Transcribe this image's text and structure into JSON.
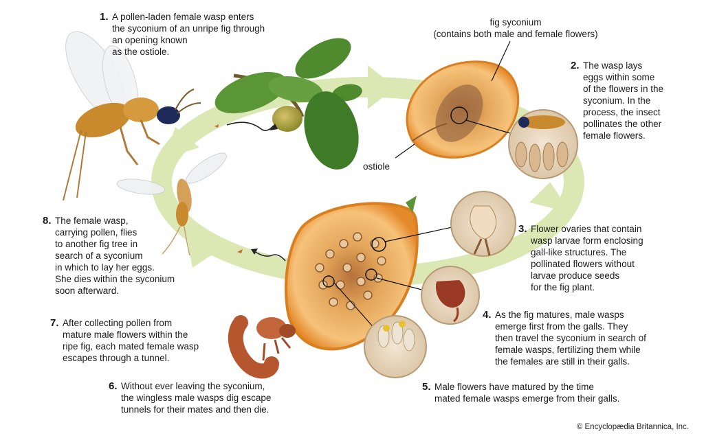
{
  "steps": [
    {
      "number": "1.",
      "text": "A pollen-laden female wasp enters\nthe syconium of an unripe fig through\nan opening known\nas the ostiole."
    },
    {
      "number": "2.",
      "text": "The wasp lays\neggs within some\nof the flowers in the\nsyconium. In the\nprocess, the insect\npollinates the other\nfemale flowers."
    },
    {
      "number": "3.",
      "text": "Flower ovaries that contain\nwasp larvae form enclosing\ngall-like structures. The\npollinated flowers without\nlarvae produce seeds\nfor the fig plant."
    },
    {
      "number": "4.",
      "text": "As the fig matures, male wasps\nemerge first from the galls. They\nthen travel the syconium in search of\nfemale wasps, fertilizing them while\nthe females are still in their galls."
    },
    {
      "number": "5.",
      "text": "Male flowers have matured by the time\nmated female wasps emerge from their galls."
    },
    {
      "number": "6.",
      "text": "Without ever leaving the syconium,\nthe wingless male wasps dig escape\ntunnels for their mates and then die."
    },
    {
      "number": "7.",
      "text": "After collecting pollen from\nmature male flowers within the\nripe fig, each mated female wasp\nescapes through a tunnel."
    },
    {
      "number": "8.",
      "text": "The female wasp,\ncarrying pollen, flies\nto another fig tree in\nsearch of a syconium\nin which to lay her eggs.\nShe dies within the syconium\nsoon afterward."
    }
  ],
  "labels": {
    "syconium": "fig syconium\n(contains both male and female flowers)",
    "ostiole": "ostiole"
  },
  "copyright": "© Encyclopædia Britannica, Inc.",
  "colors": {
    "cycle_arrow": "#dbe8b4",
    "fig_flesh": "#f2b25e",
    "fig_skin": "#e08a2a",
    "leaf": "#4f8a2f",
    "wasp_body": "#c98a2e",
    "male_wasp": "#b5562e"
  }
}
